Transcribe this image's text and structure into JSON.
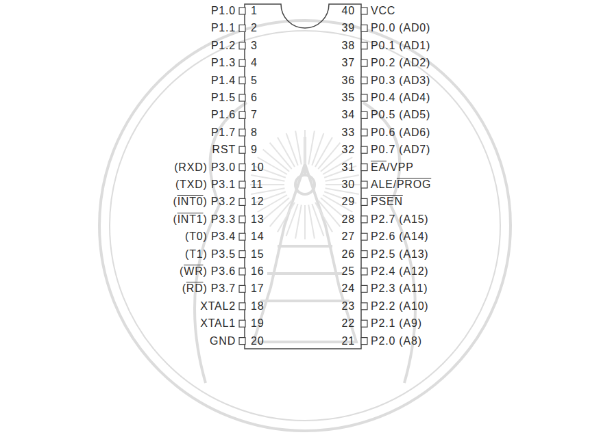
{
  "diagram": {
    "labels": [
      "P1.0",
      "1",
      "P1.1",
      "2",
      "P1.2",
      "3",
      "P1.3",
      "4",
      "P1.4",
      "5",
      "P1.5",
      "6",
      "P1.6",
      "7",
      "P1.7",
      "8",
      "RST",
      "9",
      "(RXD) P3.0",
      "10",
      "(TXD) P3.1",
      "11",
      "(INT0) P3.2",
      "12",
      "(INT1) P3.3",
      "13",
      "(T0) P3.4",
      "14",
      "(T1) P3.5",
      "15",
      "(WR) P3.6",
      "16",
      "(RD) P3.7",
      "17",
      "XTAL2",
      "18",
      "XTAL1",
      "19",
      "GND",
      "20",
      "VCC",
      "40",
      "P0.0 (AD0)",
      "39",
      "P0.1 (AD1)",
      "38",
      "P0.2 (AD2)",
      "37",
      "P0.3 (AD3)",
      "36",
      "P0.4 (AD4)",
      "35",
      "P0.5 (AD5)",
      "34",
      "P0.6 (AD6)",
      "33",
      "P0.7 (AD7)",
      "32",
      "EA/VPP",
      "31",
      "ALE/PROG",
      "30",
      "PSEN",
      "29",
      "P2.7 (A15)",
      "28",
      "P2.6 (A14)",
      "27",
      "P2.5 (A13)",
      "26",
      "P2.4 (A12)",
      "25",
      "P2.3 (A11)",
      "24",
      "P2.2 (A10)",
      "23",
      "P2.1 (A9)",
      "22",
      "P2.0 (A8)",
      "21"
    ]
  }
}
